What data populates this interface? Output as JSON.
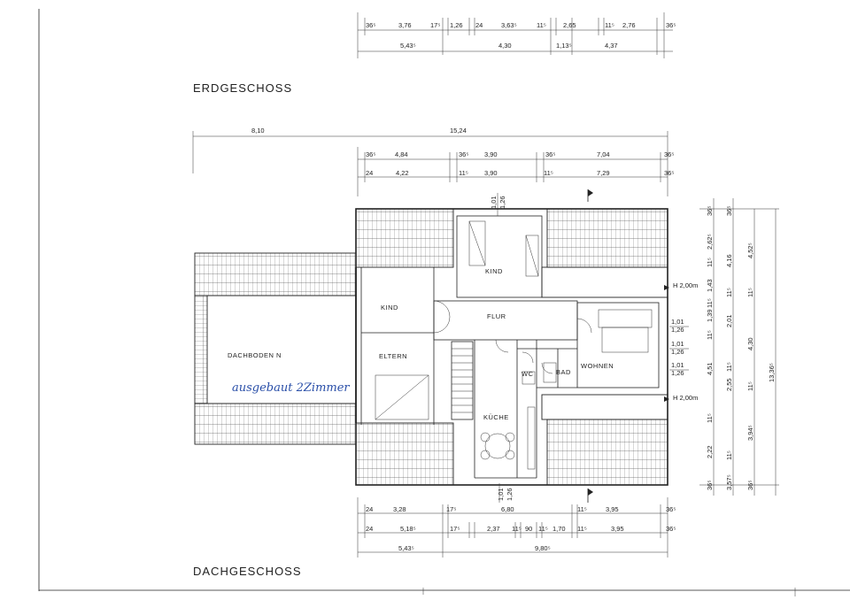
{
  "titles": {
    "top": "ERDGESCHOSS",
    "bottom": "DACHGESCHOSS"
  },
  "handwritten_note": "ausgebaut 2Zimmer",
  "rooms": {
    "kind_top": "KIND",
    "kind_left": "KIND",
    "flur": "FLUR",
    "eltern": "ELTERN",
    "wohnen": "WOHNEN",
    "bad": "BAD",
    "wc": "WC",
    "kueche": "KÜCHE",
    "dachboden": "DACHBODEN N"
  },
  "height_marks": {
    "upper": "H 2,00m",
    "lower": "H 2,00m"
  },
  "top_dims": {
    "row1": [
      "36⁵",
      "3,76",
      "17⁵",
      "1,26",
      "24",
      "3,63⁵",
      "11⁵",
      "2,65",
      "11⁵",
      "2,76",
      "36⁵"
    ],
    "row2": [
      "5,43⁵",
      "4,30",
      "1,13⁵",
      "4,37"
    ]
  },
  "mid_dims": {
    "row0": [
      "8,10",
      "15,24"
    ],
    "row1": [
      "36⁵",
      "4,84",
      "36⁵",
      "3,90",
      "36⁵",
      "7,04",
      "36⁵"
    ],
    "row2": [
      "24",
      "4,22",
      "11⁵",
      "3,90",
      "11⁵",
      "7,29",
      "36⁵"
    ]
  },
  "window_dims": {
    "top": [
      "1,01",
      "1,26"
    ],
    "bottom": [
      "1,01",
      "1,26"
    ],
    "right1": [
      "1,01",
      "1,26"
    ],
    "right2": [
      "1,01",
      "1,26"
    ],
    "right3": [
      "1,01",
      "1,26"
    ]
  },
  "bottom_dims": {
    "row1": [
      "24",
      "3,28",
      "17⁵",
      "6,80",
      "11⁵",
      "3,95",
      "36⁵"
    ],
    "row2": [
      "24",
      "5,18⁵",
      "17⁵",
      "2,37",
      "11⁵",
      "90",
      "11⁵",
      "1,70",
      "11⁵",
      "3,95",
      "36⁵"
    ],
    "row3": [
      "5,43⁵",
      "9,80⁵"
    ]
  },
  "right_dims": {
    "col1": [
      "36⁵",
      "2,62⁵",
      "11⁵",
      "1,43",
      "11⁵",
      "1,39",
      "11⁵",
      "4,51",
      "11⁵",
      "2,22",
      "36⁵"
    ],
    "col2": [
      "36⁵",
      "4,16",
      "11⁵",
      "2,01",
      "11⁵",
      "2,55",
      "11⁵",
      "3,57⁵",
      "36⁵"
    ],
    "col3": [
      "4,52⁵",
      "11⁵",
      "4,30",
      "11⁵",
      "3,94⁵",
      "36⁵"
    ],
    "col4": [
      "13,36⁵"
    ]
  }
}
